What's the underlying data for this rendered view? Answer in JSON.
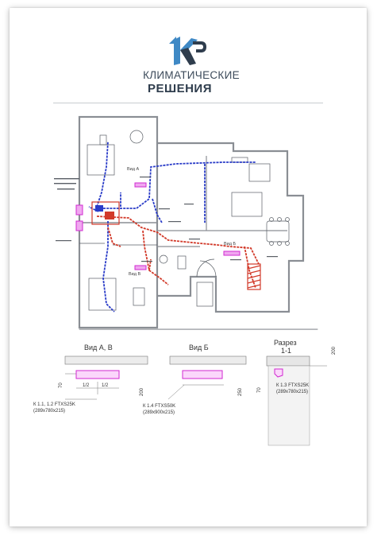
{
  "brand": {
    "line1": "КЛИМАТИЧЕСКИЕ",
    "line2": "РЕШЕНИЯ",
    "accent": "#3f89c5",
    "dark": "#2f3d4d"
  },
  "plan": {
    "label_vid_a": "Вид А",
    "label_vid_b": "Вид Б",
    "label_vid_v": "Вид В"
  },
  "details": {
    "ab": {
      "title": "Вид А, В",
      "half_left": "1/2",
      "half_right": "1/2",
      "dim_left": "70",
      "dim_right": "200",
      "unit_line1": "К 1.1, 1.2 FTXS25K",
      "unit_line2": "(289х780х215)"
    },
    "b": {
      "title": "Вид Б",
      "dim_right": "250",
      "unit_line1": "К 1.4 FTXS50K",
      "unit_line2": "(289х900х215)"
    },
    "section": {
      "title_line1": "Разрез",
      "title_line2": "1-1",
      "dim_top": "200",
      "dim_left": "70",
      "unit_line1": "К 1.3 FTXS25K",
      "unit_line2": "(289х780х215)"
    }
  },
  "colors": {
    "pipe_blue": "#2a3cc8",
    "pipe_red": "#d23a2a",
    "unit_magenta": "#d02ad0",
    "wall": "#8a8e94",
    "line": "#5a5f66"
  }
}
